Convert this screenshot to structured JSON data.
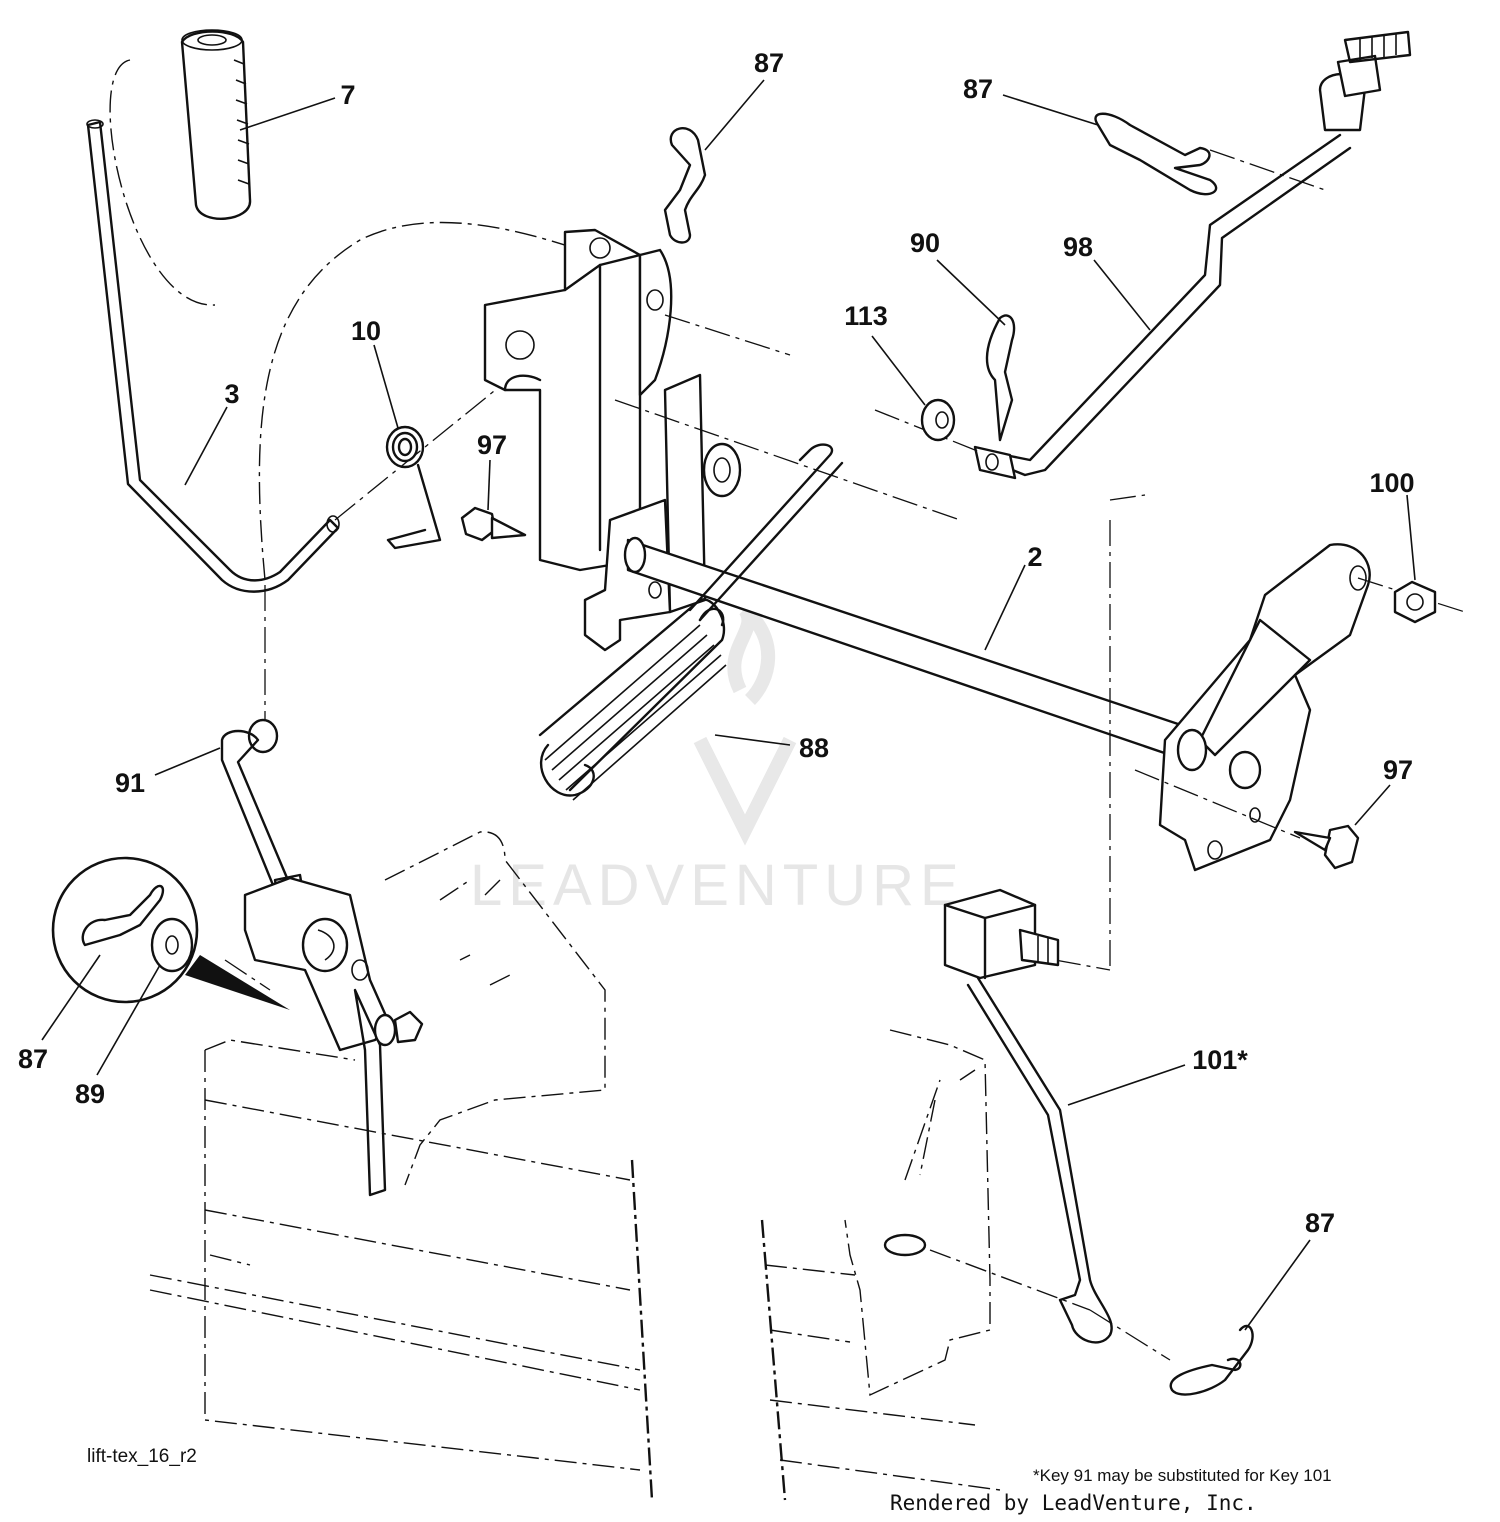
{
  "diagram": {
    "drawing_id": "lift-tex_16_r2",
    "footnote": "*Key 91 may be substituted for Key 101",
    "render_credit": "Rendered by LeadVenture, Inc.",
    "watermark": "LEADVENTURE",
    "callouts": {
      "c7": "7",
      "c3": "3",
      "c10": "10",
      "c87_top": "87",
      "c87_clip": "87",
      "c90": "90",
      "c98": "98",
      "c113": "113",
      "c97_left": "97",
      "c97_right": "97",
      "c2": "2",
      "c100": "100",
      "c88": "88",
      "c91": "91",
      "c87_detail": "87",
      "c89": "89",
      "c101": "101*",
      "c87_bottom": "87"
    }
  }
}
